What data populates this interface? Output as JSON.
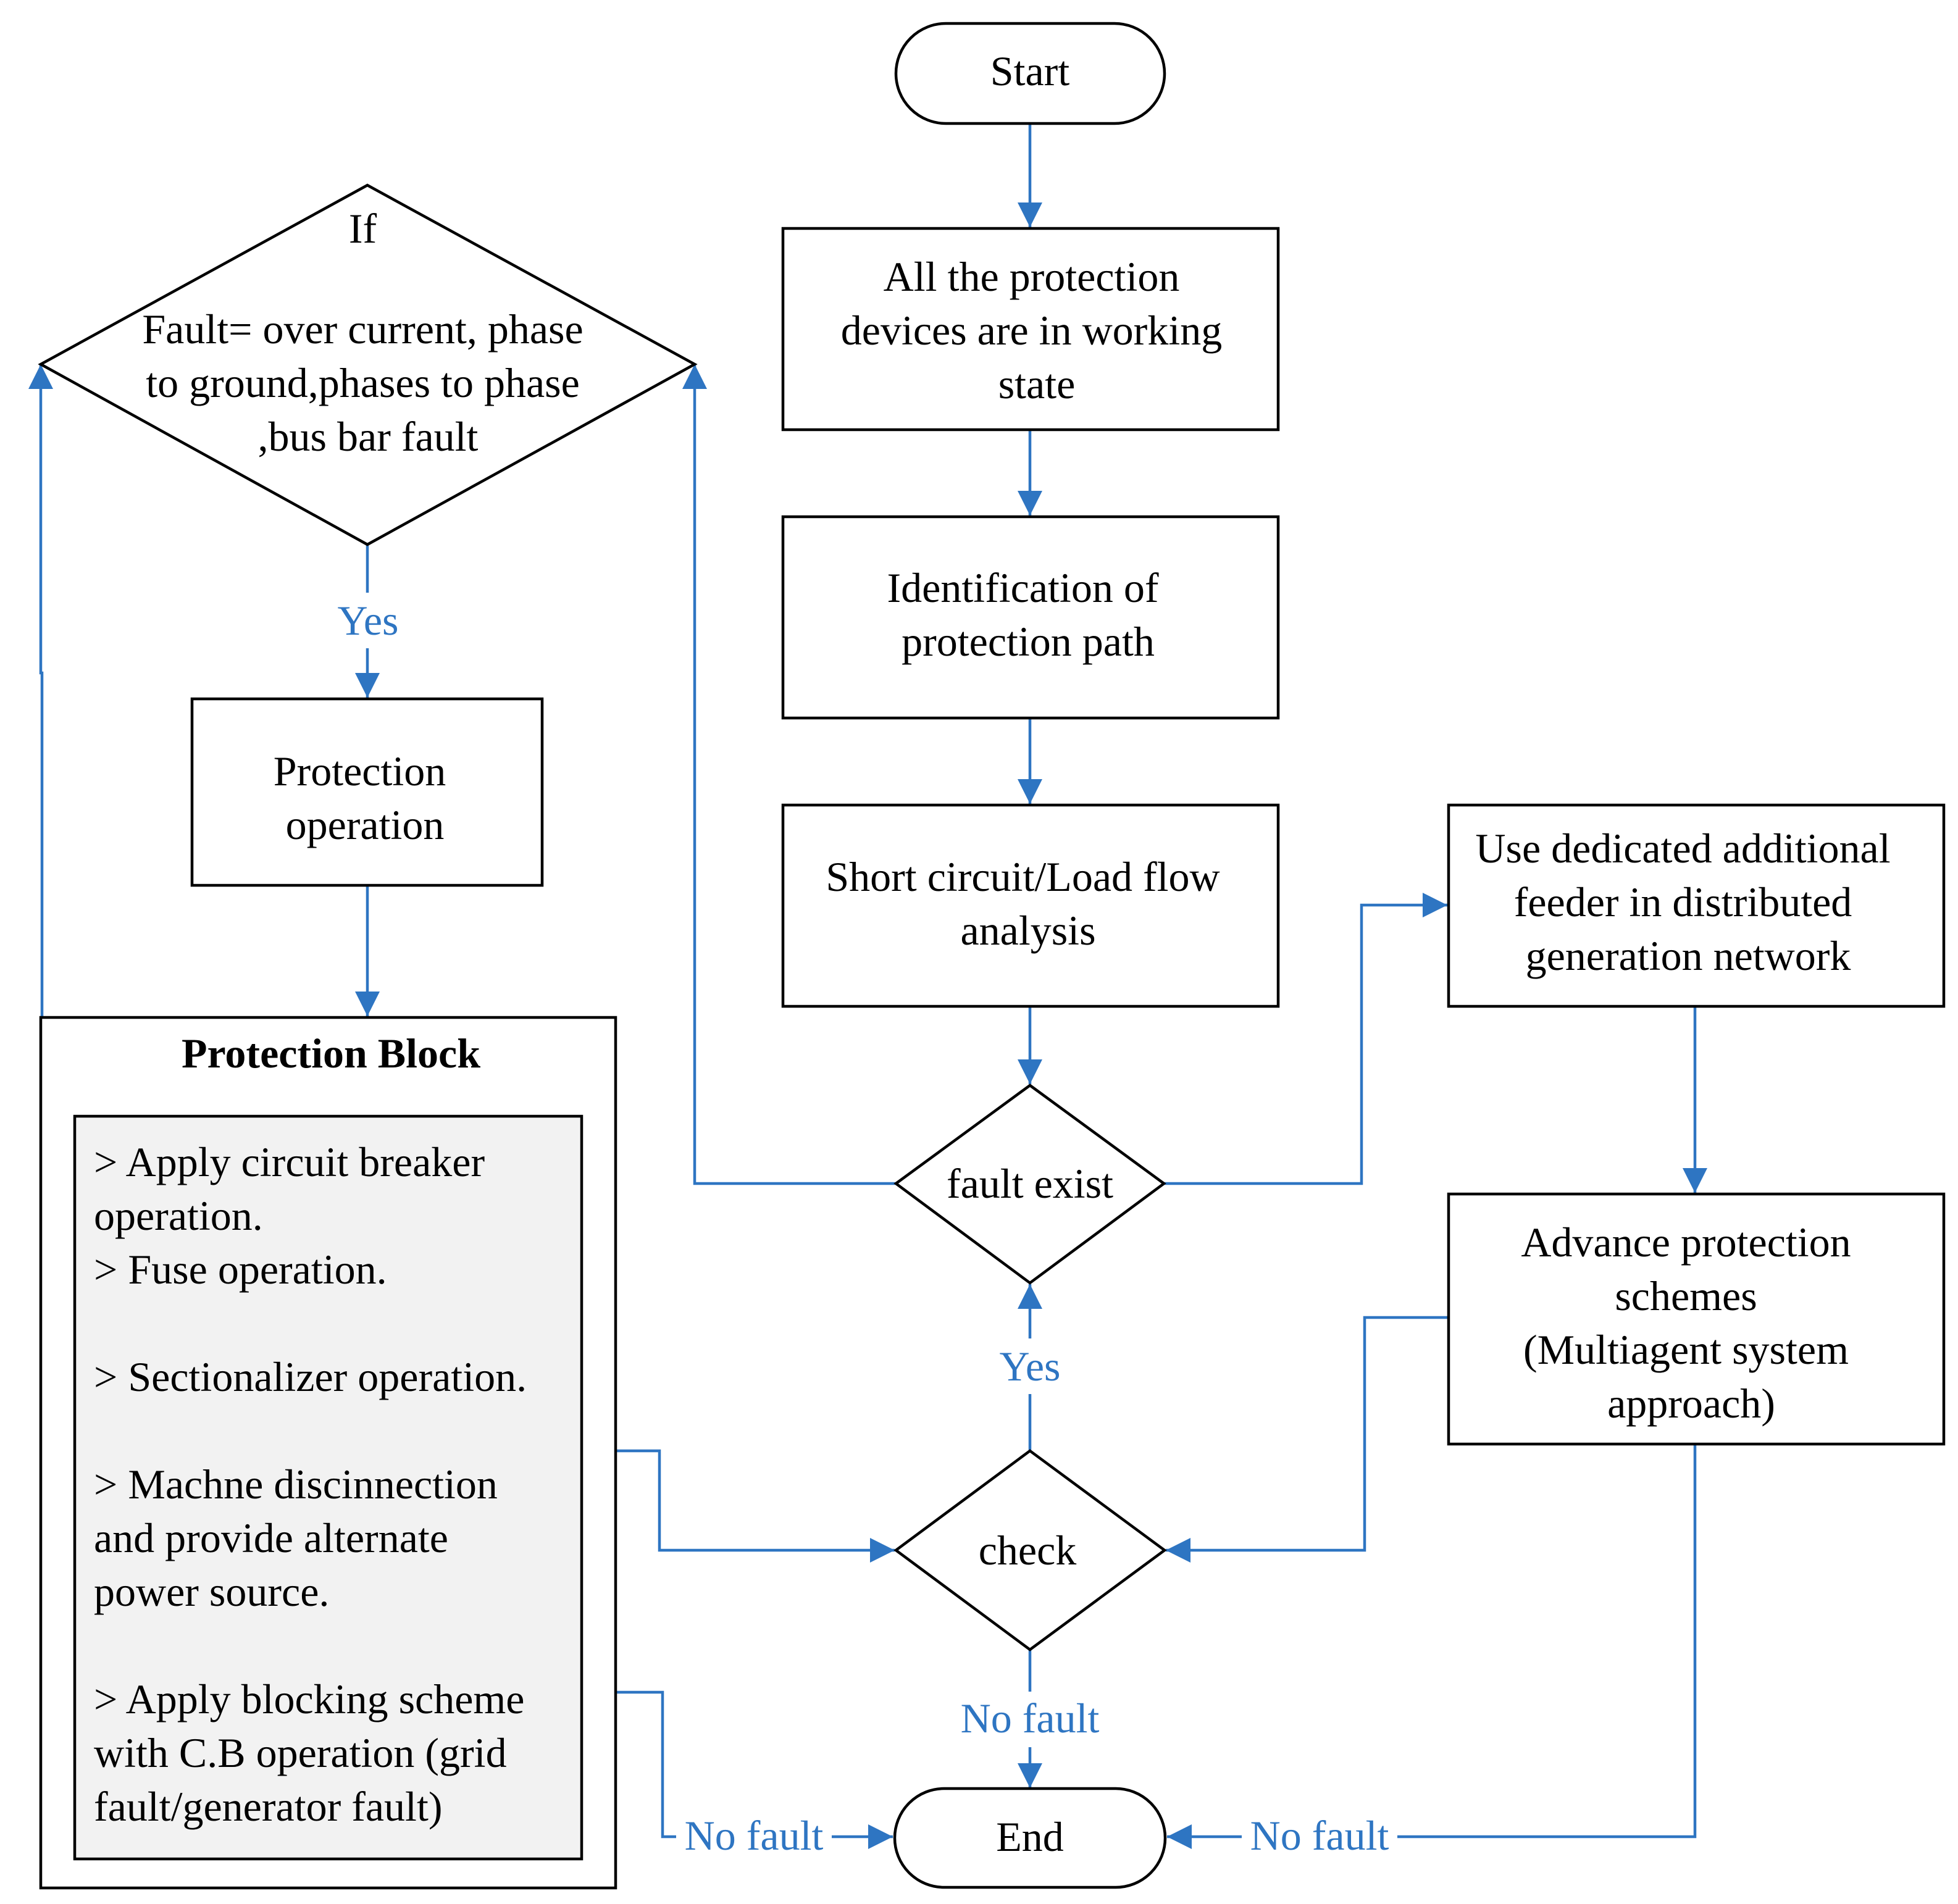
{
  "nodes": {
    "start": "Start",
    "protection_devices": [
      "All the protection",
      "devices are in working",
      "state"
    ],
    "identification": [
      "Identification of",
      "protection path"
    ],
    "short_circuit": [
      "Short circuit/Load flow",
      "analysis"
    ],
    "fault_exist": "fault exist",
    "check": "check",
    "end": "End",
    "if_condition": [
      "If",
      "Fault= over current, phase",
      "to ground,phases to phase",
      ",bus bar fault"
    ],
    "protection_operation": [
      "Protection",
      "operation"
    ],
    "dedicated_feeder": [
      "Use dedicated additional",
      "feeder in distributed",
      "generation network"
    ],
    "advance_protection": [
      "Advance protection",
      "schemes",
      "(Multiagent system",
      "approach)"
    ]
  },
  "protection_block": {
    "title": "Protection Block",
    "lines": [
      "> Apply circuit breaker",
      "operation.",
      "> Fuse operation.",
      "> Sectionalizer operation.",
      "> Machne discinnection",
      "and provide alternate",
      "power source.",
      "> Apply blocking scheme",
      "with C.B operation (grid",
      "fault/generator fault)"
    ]
  },
  "connector_labels": {
    "yes_left": "Yes",
    "yes_center": "Yes",
    "no_fault_center": "No fault",
    "no_fault_left": "No fault",
    "no_fault_right": "No fault"
  },
  "colors": {
    "connector": "#2e75c2",
    "outline": "#000000",
    "inner_box_fill": "#f2f2f2"
  }
}
